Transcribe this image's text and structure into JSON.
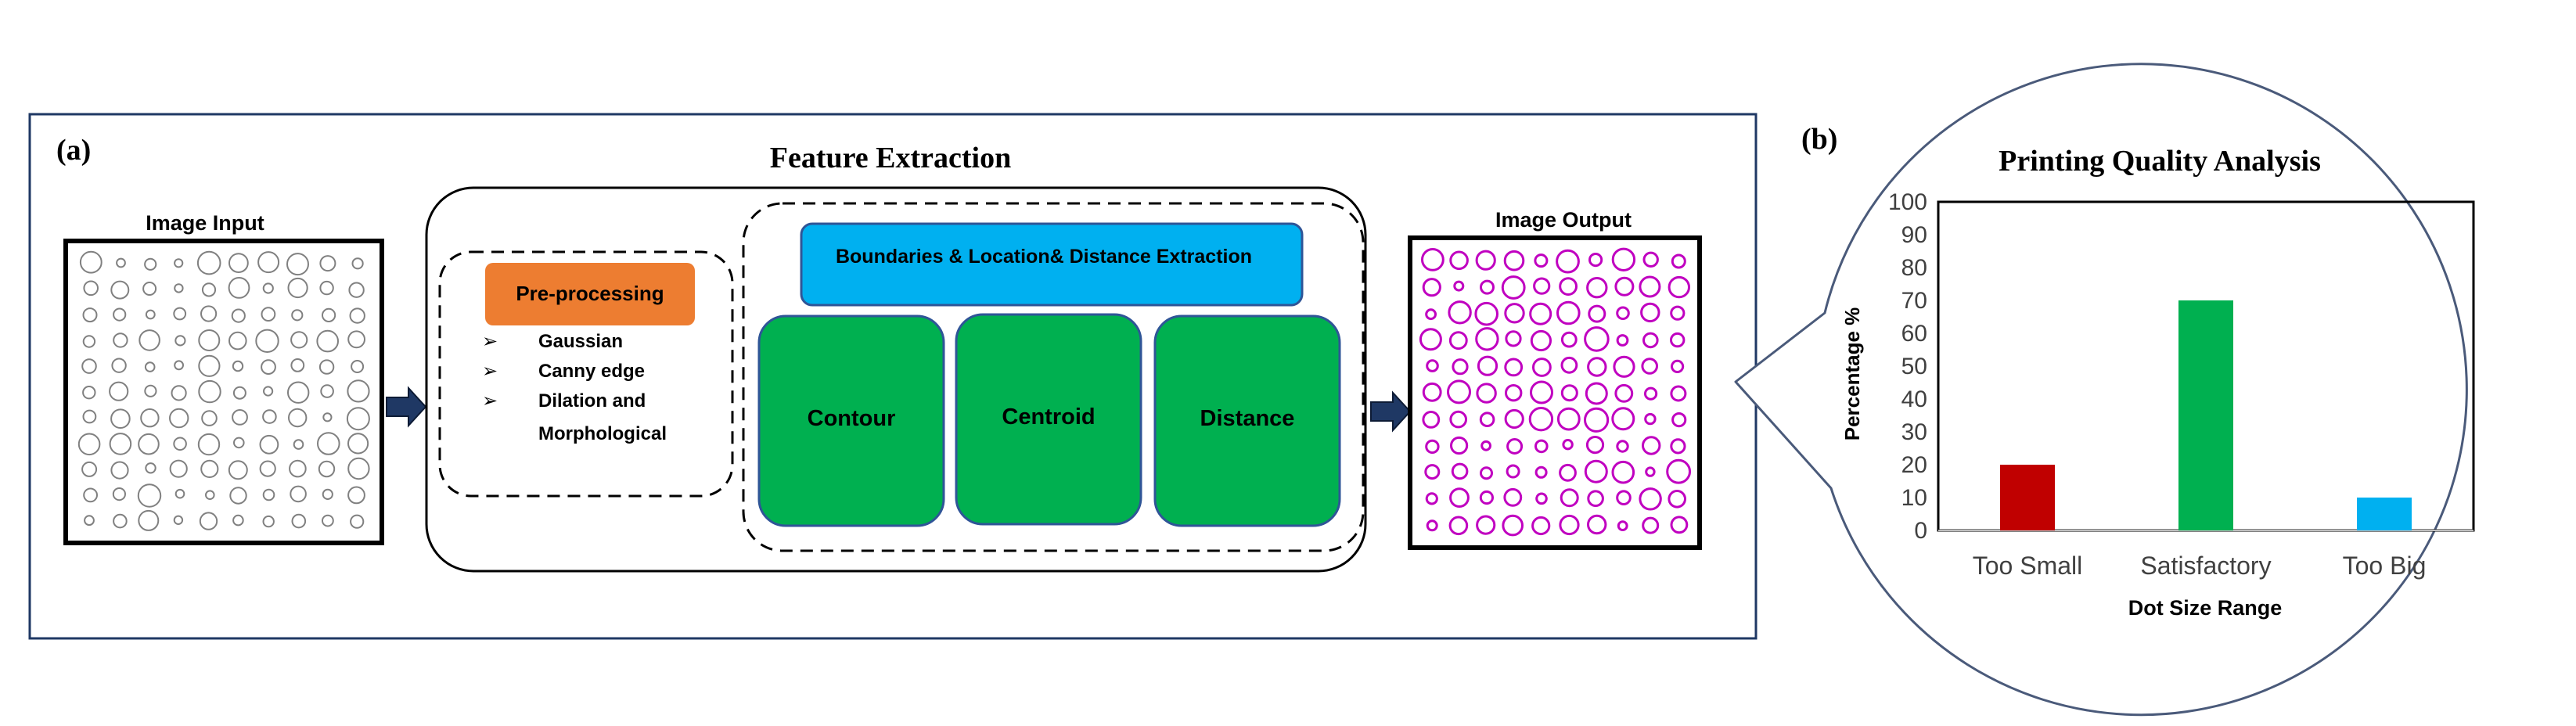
{
  "panel_a": {
    "tag": "(a)",
    "input_title": "Image Input",
    "output_title": "Image Output",
    "feature_title": "Feature Extraction",
    "preprocessing": {
      "label": "Pre-processing",
      "bullet": "➢",
      "steps": [
        "Gaussian",
        "Canny edge",
        "Dilation and",
        "Morphological"
      ]
    },
    "extraction_label": "Boundaries & Location& Distance Extraction",
    "modules": [
      "Contour",
      "Centroid",
      "Distance"
    ],
    "colors": {
      "frame": "#1f3864",
      "preprocessing": "#ed7d31",
      "extraction": "#00b0f0",
      "modules": "#00b050",
      "module_border": "#2f5597",
      "input_dots": "#808080",
      "output_dots": "#c000c0",
      "arrow": "#1f3864"
    }
  },
  "panel_b": {
    "tag": "(b)",
    "border_color": "#4a5a7a"
  },
  "chart_data": {
    "type": "bar",
    "title": "Printing Quality Analysis",
    "xlabel": "Dot Size Range",
    "ylabel": "Percentage %",
    "categories": [
      "Too Small",
      "Satisfactory",
      "Too Big"
    ],
    "values": [
      20,
      70,
      10
    ],
    "colors": [
      "#c00000",
      "#00b050",
      "#00b0f0"
    ],
    "ylim": [
      0,
      100
    ],
    "yticks": [
      "0",
      "10",
      "20",
      "30",
      "40",
      "50",
      "60",
      "70",
      "80",
      "90",
      "100"
    ],
    "grid": false,
    "legend": "none"
  }
}
